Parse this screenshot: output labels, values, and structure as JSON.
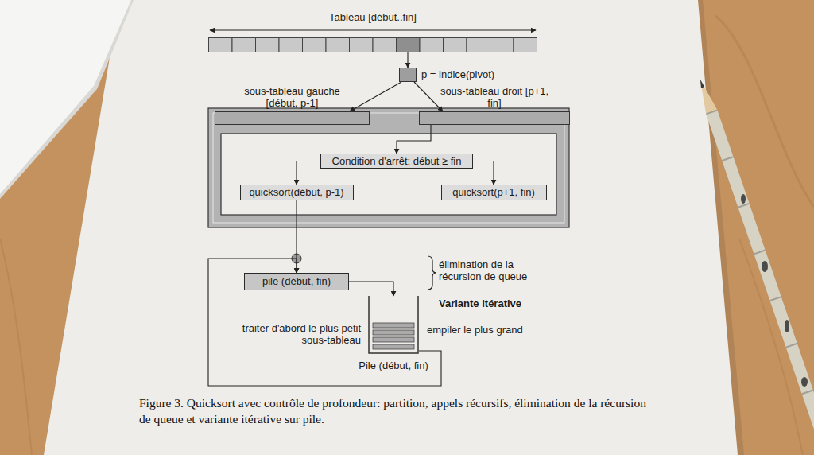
{
  "diagram": {
    "caption": "Figure 3. Quicksort avec contrôle de profondeur: partition, appels récursifs, élimination de la récursion de queue et variante itérative sur pile.",
    "nodes": [
      {
        "text": [
          "Tableau [début..fin]"
        ]
      },
      {
        "text": [
          "p = indice(pivot)"
        ]
      },
      {
        "text": [
          "sous-tableau gauche [début, p-1]"
        ]
      },
      {
        "text": [
          "sous-tableau droit [p+1, fin]"
        ]
      },
      {
        "text": [
          "Condition d'arrêt: début ≥ fin"
        ]
      },
      {
        "text": [
          "quicksort(début, p-1)"
        ]
      },
      {
        "text": [
          "quicksort(p+1, fin)"
        ]
      },
      {
        "text": [
          "pile (début, fin)"
        ]
      },
      {
        "text": [
          "Pile (début, fin)"
        ]
      }
    ],
    "edges": [
      {
        "from": 0,
        "to": 1,
        "arrow": "to"
      },
      {
        "from": 1,
        "to": 2,
        "arrow": "to"
      },
      {
        "from": 1,
        "to": 3,
        "arrow": "to"
      },
      {
        "from": 3,
        "to": 4,
        "arrow": "to"
      },
      {
        "from": 4,
        "to": 5,
        "arrow": "to"
      },
      {
        "from": 4,
        "to": 6,
        "arrow": "to"
      },
      {
        "from": 5,
        "to": 7,
        "arrow": "to"
      },
      {
        "from": 7,
        "to": 8,
        "arrow": "to"
      },
      {
        "from": 8,
        "to": 7,
        "arrow": "to"
      }
    ],
    "labels": [
      "élimination de la récursion de queue",
      "Variante itérative",
      "traiter d'abord le plus petit sous-tableau",
      "empiler le plus grand"
    ]
  }
}
